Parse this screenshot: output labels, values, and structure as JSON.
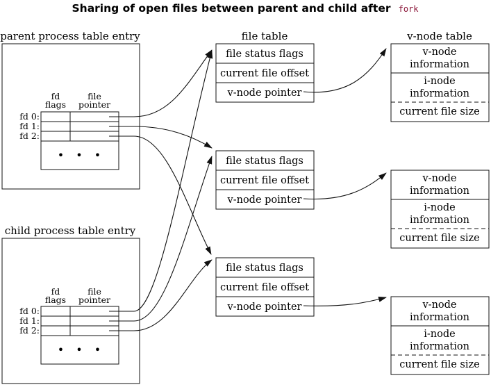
{
  "title": {
    "text": "Sharing of open files between parent and child after",
    "code": "fork"
  },
  "headers": {
    "parent": "parent process table entry",
    "child": "child process table entry",
    "file_table": "file table",
    "vnode_table": "v-node table"
  },
  "process_table": {
    "col_fd_flags": [
      "fd",
      "flags"
    ],
    "col_file_pointer": [
      "file",
      "pointer"
    ],
    "rows": [
      "fd 0:",
      "fd 1:",
      "fd 2:"
    ],
    "ellipsis": "• • •"
  },
  "file_table_rows": [
    "file status flags",
    "current file offset",
    "v-node pointer"
  ],
  "vnode_rows": {
    "vnode_info": [
      "v-node",
      "information"
    ],
    "inode_info": [
      "i-node",
      "information"
    ],
    "size": "current file size"
  }
}
